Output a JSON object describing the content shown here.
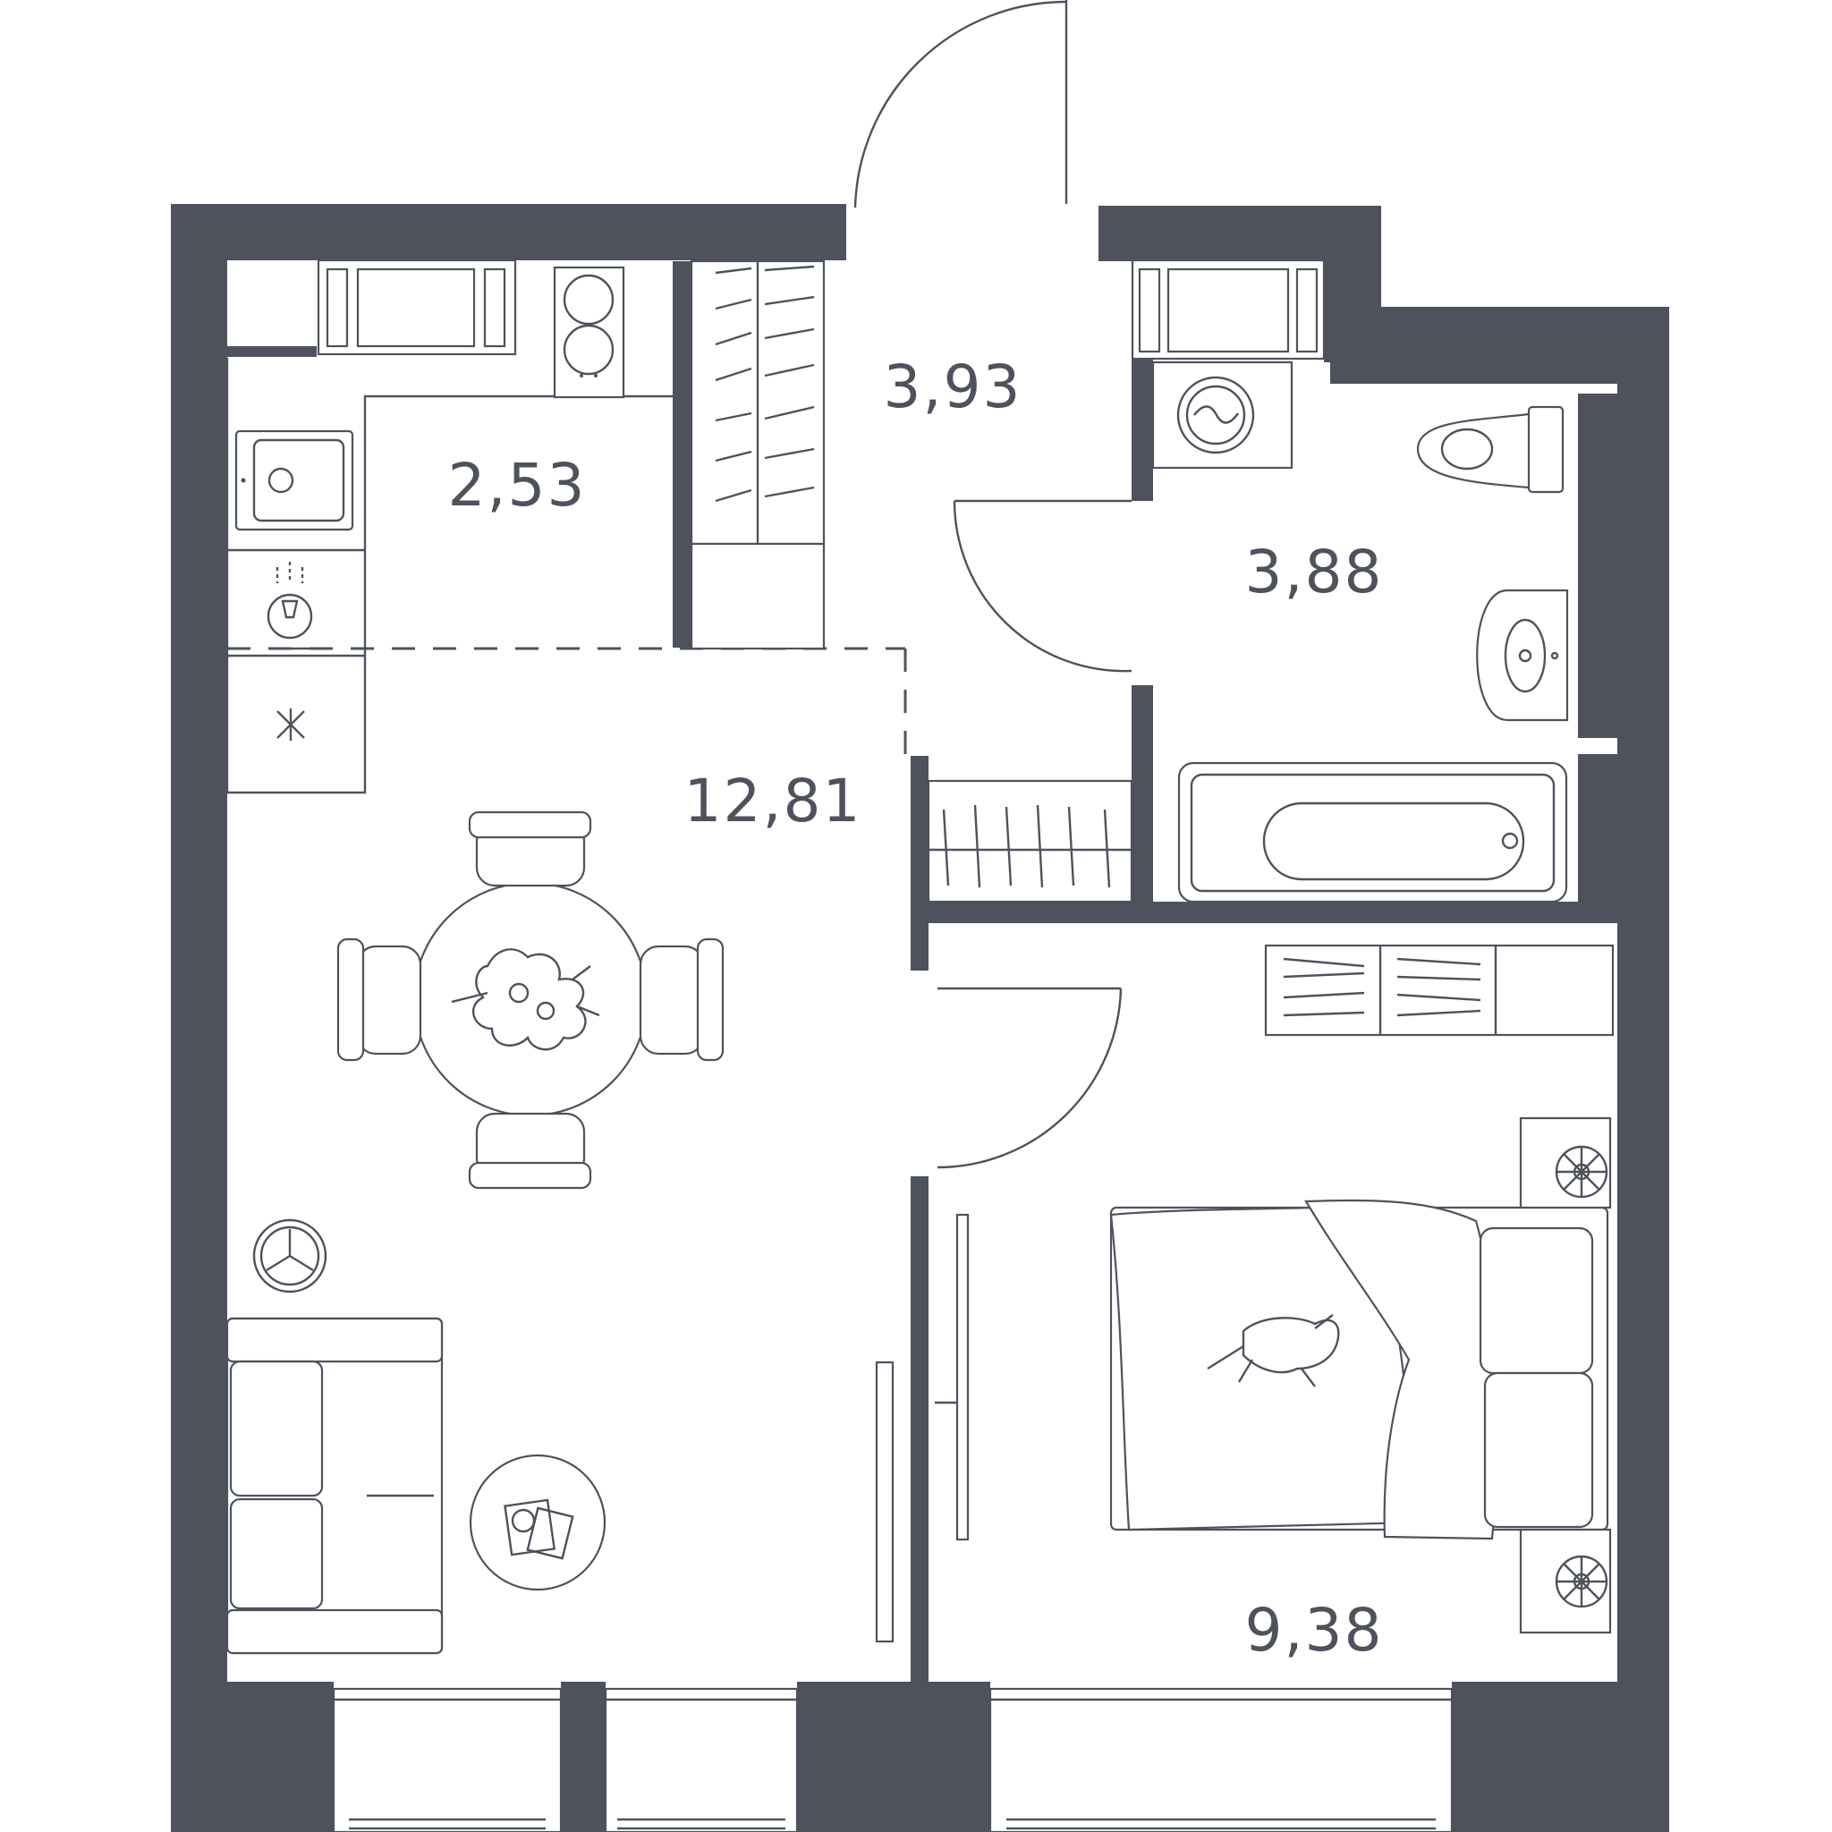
{
  "rooms": [
    {
      "id": "kitchen",
      "area": "2,53"
    },
    {
      "id": "hall",
      "area": "3,93"
    },
    {
      "id": "bathroom",
      "area": "3,88"
    },
    {
      "id": "living",
      "area": "12,81"
    },
    {
      "id": "bedroom",
      "area": "9,38"
    }
  ],
  "colors": {
    "wall": "#4d525d",
    "background": "#ffffff"
  }
}
